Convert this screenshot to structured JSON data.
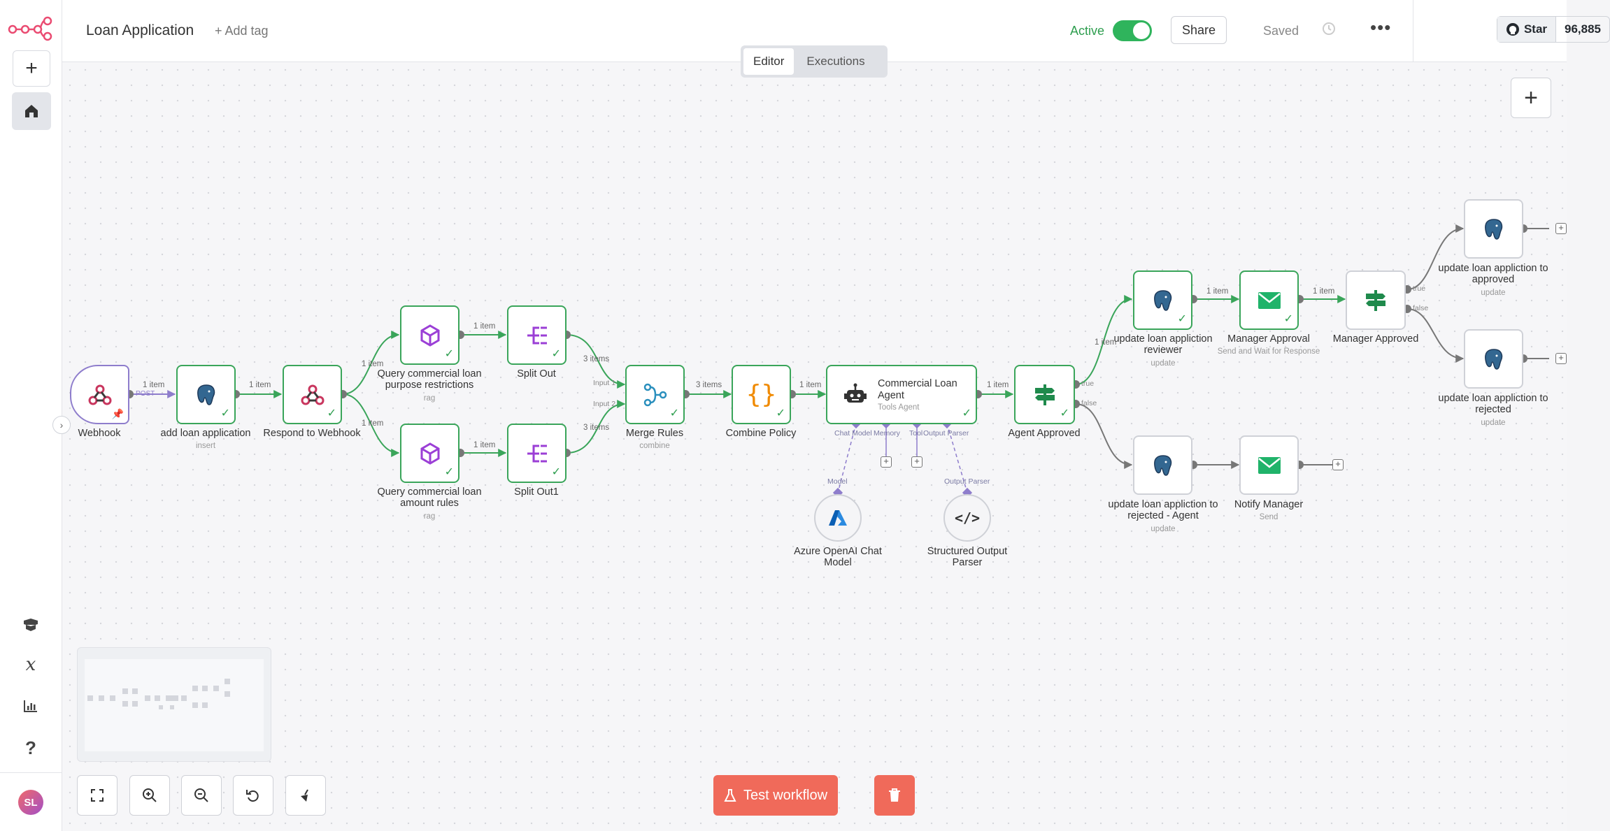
{
  "workflow": {
    "title": "Loan Application",
    "add_tag": "+ Add tag"
  },
  "header": {
    "active_label": "Active",
    "active": true,
    "share": "Share",
    "saved": "Saved",
    "more": "•••"
  },
  "github": {
    "star": "Star",
    "count": "96,885"
  },
  "tabs": [
    {
      "label": "Editor",
      "selected": true
    },
    {
      "label": "Executions",
      "selected": false
    }
  ],
  "nodes": [
    {
      "label": "Webhook",
      "sub": "",
      "icon": "webhook-icon"
    },
    {
      "label": "add loan application",
      "sub": "insert",
      "icon": "postgres-icon"
    },
    {
      "label": "Respond to Webhook",
      "sub": "",
      "icon": "webhook-icon"
    },
    {
      "label": "Query commercial loan purpose restrictions",
      "sub": "rag",
      "icon": "vector-store-icon"
    },
    {
      "label": "Query commercial loan amount rules",
      "sub": "rag",
      "icon": "vector-store-icon"
    },
    {
      "label": "Split Out",
      "sub": "",
      "icon": "split-icon"
    },
    {
      "label": "Split Out1",
      "sub": "",
      "icon": "split-icon"
    },
    {
      "label": "Merge Rules",
      "sub": "combine",
      "icon": "merge-icon"
    },
    {
      "label": "Combine Policy",
      "sub": "",
      "icon": "code-braces-icon"
    },
    {
      "label": "Commercial Loan Agent",
      "sub": "Tools Agent",
      "icon": "robot-icon"
    },
    {
      "label": "Agent Approved",
      "sub": "",
      "icon": "if-signpost-icon"
    },
    {
      "label": "update loan appliction reviewer",
      "sub": "update",
      "icon": "postgres-icon"
    },
    {
      "label": "Manager Approval",
      "sub": "Send and Wait for Response",
      "icon": "mail-icon"
    },
    {
      "label": "Manager Approved",
      "sub": "",
      "icon": "if-signpost-icon"
    },
    {
      "label": "update loan appliction to approved",
      "sub": "update",
      "icon": "postgres-icon"
    },
    {
      "label": "update loan appliction to rejected",
      "sub": "update",
      "icon": "postgres-icon"
    },
    {
      "label": "update loan appliction to rejected - Agent",
      "sub": "update",
      "icon": "postgres-icon"
    },
    {
      "label": "Notify Manager",
      "sub": "Send",
      "icon": "mail-icon"
    },
    {
      "label": "Azure OpenAI Chat Model",
      "sub": "",
      "icon": "azure-icon"
    },
    {
      "label": "Structured Output Parser",
      "sub": "",
      "icon": "code-tag-icon"
    }
  ],
  "edge_labels": {
    "post": "POST",
    "one_item": "1 item",
    "three_items": "3 items",
    "input1": "Input 1",
    "input2": "Input 2",
    "true": "true",
    "false": "false"
  },
  "ports": {
    "chat_model": "Chat Model",
    "memory": "Memory",
    "tool": "Tool",
    "output_parser": "Output Parser",
    "model": "Model"
  },
  "footer": {
    "test_workflow": "Test workflow"
  },
  "user": {
    "initials": "SL"
  }
}
